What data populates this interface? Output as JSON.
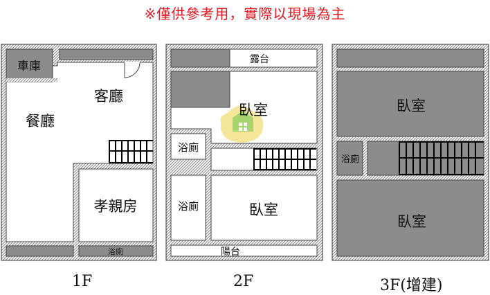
{
  "notice": "※僅供參考用，實際以現場為主",
  "floors": [
    {
      "caption": "1F",
      "rooms": {
        "garage": "車庫",
        "living": "客廳",
        "dining": "餐廳",
        "bedroom": "孝親房",
        "bath": "浴廁"
      }
    },
    {
      "caption": "2F",
      "rooms": {
        "terrace": "露台",
        "bedroom_top": "臥室",
        "bath_top": "浴廁",
        "bath_bottom": "浴廁",
        "bedroom_bottom": "臥室",
        "balcony": "陽台"
      }
    },
    {
      "caption": "3F(增建)",
      "rooms": {
        "bedroom_top": "臥室",
        "bath": "浴廁",
        "bedroom_bottom": "臥室"
      }
    }
  ],
  "colors": {
    "notice": "#e8141c",
    "wall_hatch": "#9a9a9a",
    "gray_fill": "#8c8c8c",
    "stair": "#000000"
  }
}
